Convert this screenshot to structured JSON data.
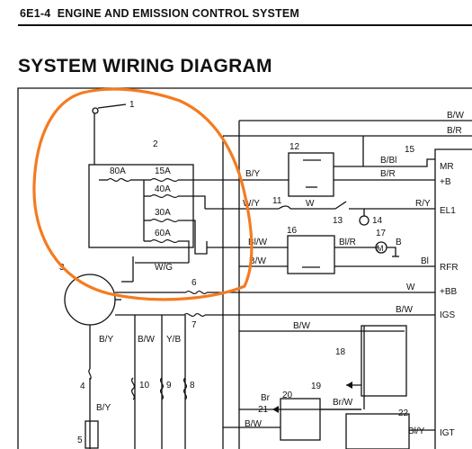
{
  "header": {
    "page": "6E1-4",
    "section": "ENGINE AND EMISSION CONTROL SYSTEM"
  },
  "title": "SYSTEM WIRING DIAGRAM",
  "annotation": {
    "color": "#f47b20",
    "kind": "hand-drawn circle"
  },
  "fuses": [
    {
      "label": "80A"
    },
    {
      "label": "15A"
    },
    {
      "label": "40A"
    },
    {
      "label": "30A"
    },
    {
      "label": "60A"
    }
  ],
  "callouts": {
    "c1": "1",
    "c2": "2",
    "c3": "3",
    "c4": "4",
    "c5": "5",
    "c6": "6",
    "c7": "7",
    "c8": "8",
    "c9": "9",
    "c10": "10",
    "c11": "11",
    "c12": "12",
    "c13": "13",
    "c14": "14",
    "c15": "15",
    "c16": "16",
    "c17": "17",
    "c18": "18",
    "c19": "19",
    "c20": "20",
    "c21": "21",
    "c22": "22"
  },
  "wires": {
    "bw_top": "B/W",
    "br_top": "B/R",
    "bbl": "B/Bl",
    "br_mid": "B/R",
    "by_fuse": "B/Y",
    "wy": "W/Y",
    "w_11": "W",
    "ry": "R/Y",
    "blw": "Bl/W",
    "blr": "Bl/R",
    "b_motor": "B",
    "bw_16": "B/W",
    "bl": "Bl",
    "wg": "W/G",
    "w_bb": "W",
    "bw_igs": "B/W",
    "bw_mid": "B/W",
    "by_sw": "B/Y",
    "bw_col": "B/W",
    "yb_col": "Y/B",
    "by_low": "B/Y",
    "br_21": "Br",
    "brw": "Br/W",
    "bw_20": "B/W",
    "bly": "Bl/Y",
    "mark_m": "M",
    "mark_b": "B"
  },
  "ecm_terminals": [
    {
      "label": "MR"
    },
    {
      "label": "+B"
    },
    {
      "label": "EL1"
    },
    {
      "label": "RFR"
    },
    {
      "label": "+BB"
    },
    {
      "label": "IGS"
    },
    {
      "label": "IGT"
    }
  ]
}
